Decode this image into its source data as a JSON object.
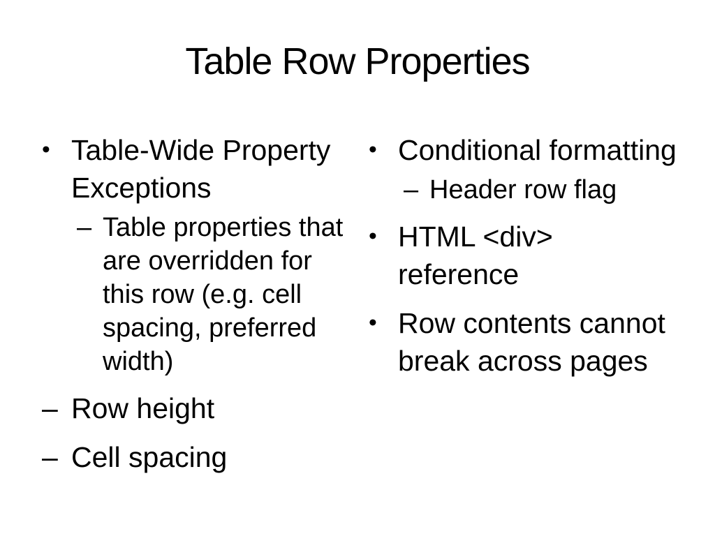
{
  "slide": {
    "title": "Table Row Properties",
    "background_color": "#ffffff",
    "text_color": "#000000"
  },
  "columns": [
    {
      "items": [
        {
          "marker": "•",
          "text": "Table-Wide Property Exceptions"
        },
        {
          "marker": "–",
          "text": "Table properties that are overridden for this row (e.g. cell spacing, preferred width)"
        },
        {
          "marker": "–",
          "text": "Row height"
        },
        {
          "marker": "–",
          "text": "Cell spacing"
        }
      ]
    },
    {
      "items": [
        {
          "marker": "•",
          "text": "Conditional formatting"
        },
        {
          "marker": "–",
          "text": "Header row flag"
        },
        {
          "marker": "•",
          "text": "HTML <div> reference"
        },
        {
          "marker": "•",
          "text": "Row contents cannot break across pages"
        }
      ]
    }
  ]
}
